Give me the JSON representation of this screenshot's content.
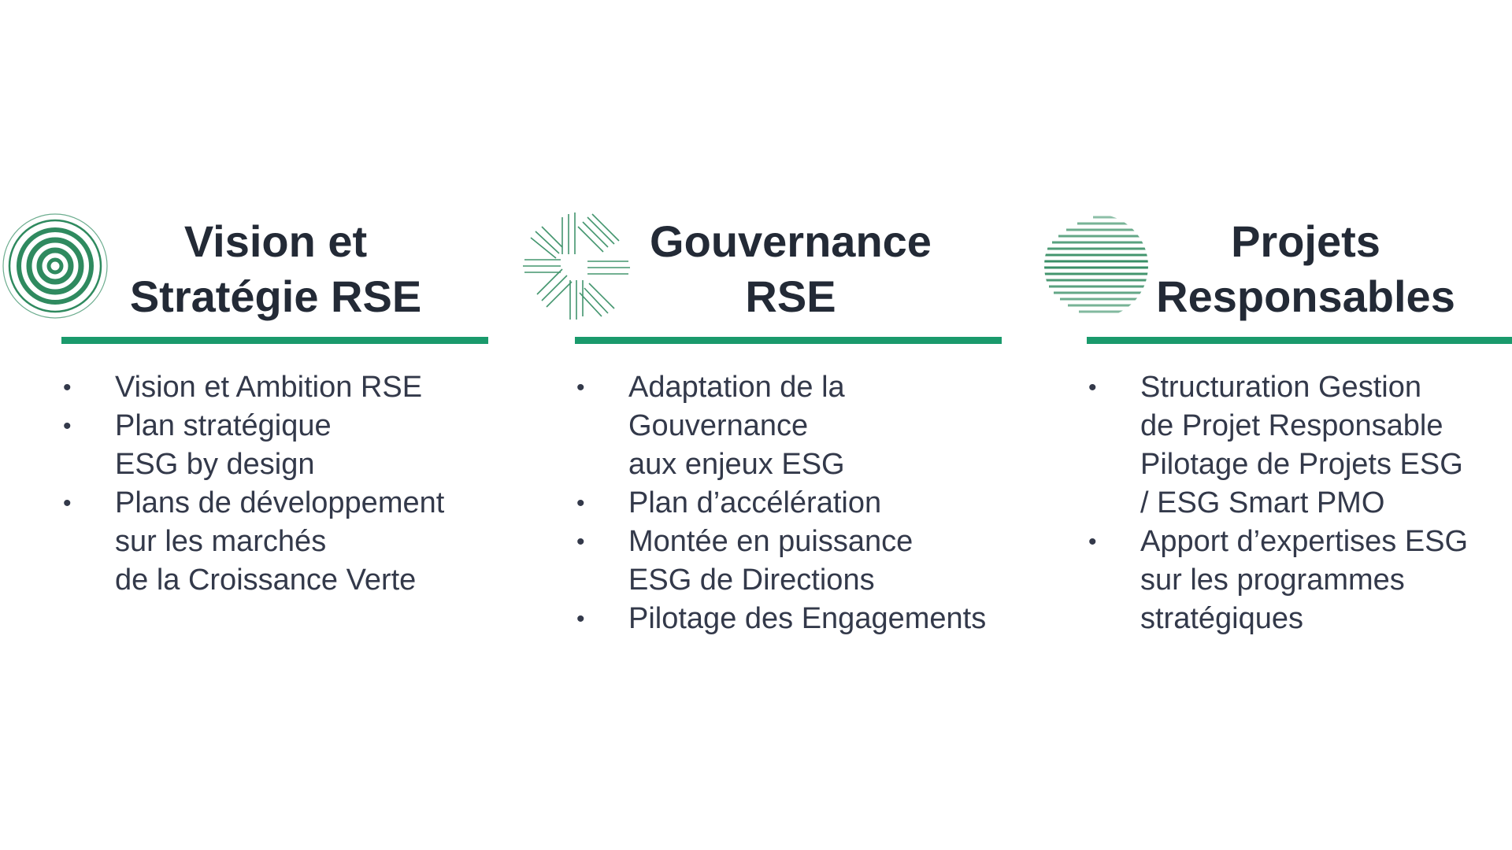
{
  "columns": [
    {
      "icon": "concentric-circles-icon",
      "title_lines": [
        "Vision et",
        "Stratégie RSE"
      ],
      "items": [
        {
          "bullet": true,
          "lines": [
            "Vision et Ambition RSE"
          ]
        },
        {
          "bullet": true,
          "lines": [
            "Plan stratégique",
            "ESG by design"
          ]
        },
        {
          "bullet": true,
          "lines": [
            "Plans de développement",
            "sur les marchés",
            "de la Croissance Verte"
          ]
        }
      ]
    },
    {
      "icon": "crossed-lines-star-icon",
      "title_lines": [
        "Gouvernance",
        "RSE"
      ],
      "items": [
        {
          "bullet": true,
          "lines": [
            "Adaptation de la",
            "Gouvernance",
            "aux enjeux ESG"
          ]
        },
        {
          "bullet": true,
          "lines": [
            "Plan d’accélération"
          ]
        },
        {
          "bullet": true,
          "lines": [
            "Montée en puissance",
            "ESG de Directions"
          ]
        },
        {
          "bullet": true,
          "lines": [
            "Pilotage des Engagements"
          ]
        }
      ]
    },
    {
      "icon": "striped-globe-icon",
      "title_lines": [
        "Projets",
        "Responsables"
      ],
      "items": [
        {
          "bullet": true,
          "lines": [
            "Structuration Gestion",
            "de Projet Responsable",
            "Pilotage de Projets ESG",
            "/ ESG Smart PMO"
          ]
        },
        {
          "bullet": true,
          "lines": [
            "Apport d’expertises ESG",
            "sur les programmes",
            "stratégiques"
          ]
        }
      ]
    }
  ],
  "colors": {
    "accent": "#1a9a6c",
    "icon_green": "#2f8a5f",
    "title": "#232a36",
    "text": "#33394a"
  }
}
